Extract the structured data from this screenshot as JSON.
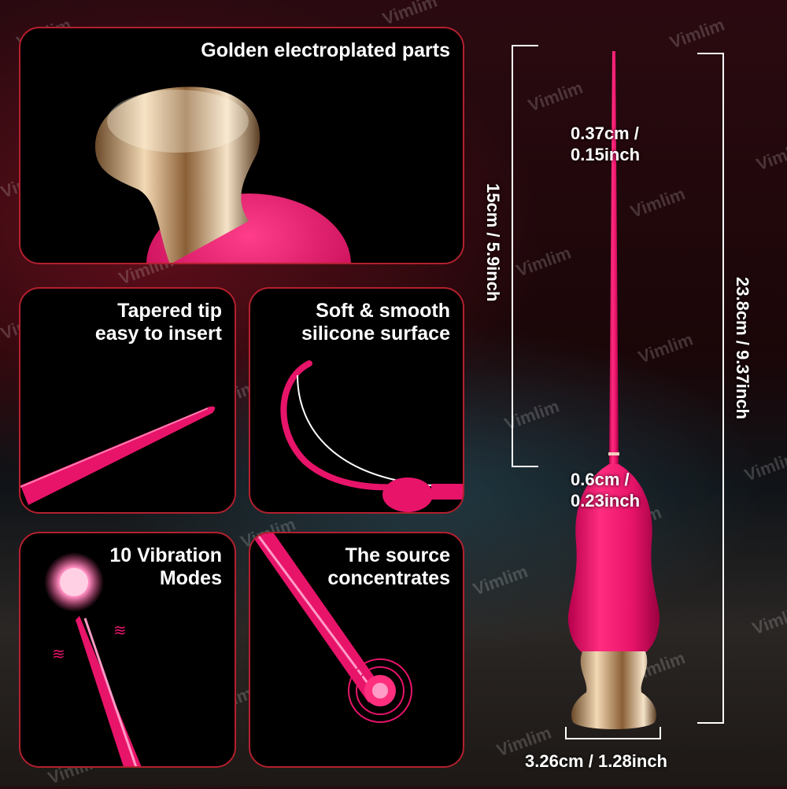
{
  "panels": {
    "golden": {
      "title": "Golden electroplated parts"
    },
    "tapered": {
      "title_line1": "Tapered tip",
      "title_line2": "easy to insert"
    },
    "soft": {
      "title_line1": "Soft & smooth",
      "title_line2": "silicone surface"
    },
    "vibration": {
      "title_line1": "10 Vibration",
      "title_line2": "Modes"
    },
    "source": {
      "title_line1": "The source",
      "title_line2": "concentrates"
    }
  },
  "dimensions": {
    "tip_width_line1": "0.37cm /",
    "tip_width_line2": "0.15inch",
    "neck_width_line1": "0.6cm /",
    "neck_width_line2": "0.23inch",
    "tip_length": "15cm / 5.9inch",
    "total_length": "23.8cm / 9.37inch",
    "base_width": "3.26cm / 1.28inch"
  },
  "watermark": "Vimlim",
  "colors": {
    "accent_border": "#b3202e",
    "product_pink": "#e8146a",
    "gold": "#d9b38a"
  }
}
